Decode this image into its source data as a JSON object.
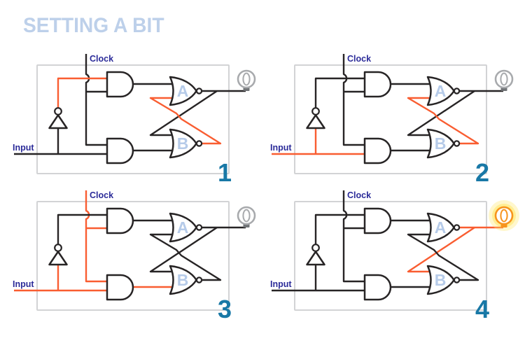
{
  "title": "SETTING A BIT",
  "colors": {
    "hot_wire": "#f95d31",
    "wire": "#272425",
    "label_text": "#2b2b99",
    "gate_letter": "#b6cbe9",
    "panel_number": "#1878a6",
    "panel_border": "#d2d3d5",
    "title_text": "#bdd0ea",
    "bulb_off": "#a8aaad",
    "bulb_base_off": "#717477",
    "bulb_on": "#f7941d",
    "bulb_glow": "#ffe76e",
    "background": "#ffffff"
  },
  "labels": {
    "clock": "Clock",
    "input": "Input",
    "nor_gate_a": "A",
    "nor_gate_b": "B"
  },
  "panels": [
    {
      "number": "1",
      "bulb": "off",
      "hot_wires": [
        "inverter-output",
        "feedback-b-to-a"
      ]
    },
    {
      "number": "2",
      "bulb": "off",
      "hot_wires": [
        "input-line",
        "feedback-b-to-a"
      ]
    },
    {
      "number": "3",
      "bulb": "off",
      "hot_wires": [
        "clock-line",
        "input-line",
        "and-bottom-output"
      ]
    },
    {
      "number": "4",
      "bulb": "on",
      "hot_wires": [
        "a-output",
        "feedback-a-to-b"
      ]
    }
  ]
}
